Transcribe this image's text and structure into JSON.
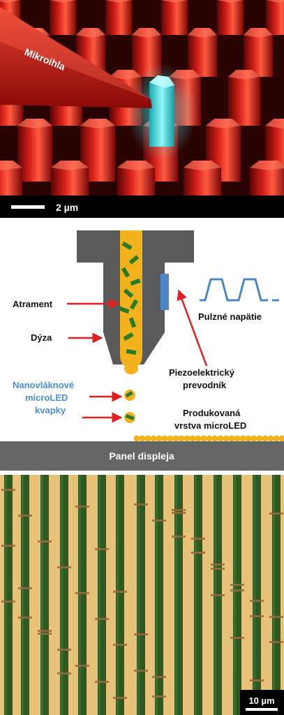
{
  "sem_panel": {
    "needle_label": "Mikroihla",
    "scale_label": "2 µm"
  },
  "schematic": {
    "ink_label": "Atrament",
    "nozzle_label": "Dýza",
    "pulse_label": "Pulzné napätie",
    "piezo_line1": "Piezoelektrický",
    "piezo_line2": "prevodník",
    "droplets_line1": "Nanovláknové",
    "droplets_line2": "microLED",
    "droplets_line3": "kvapky",
    "layer_line1": "Produkovaná",
    "layer_line2": "vrstva microLED",
    "display_label": "Panel displeja"
  },
  "micrograph": {
    "scale_label": "10 µm"
  },
  "colors": {
    "ink": "#f2b21b",
    "nozzle": "#5a5a5a",
    "arrow": "#e02020",
    "piezo": "#4a86c8",
    "droplet_text": "#4a90d9",
    "panel_bar": "#666666",
    "nanowire_red": "#c41a14",
    "nanowire_cyan": "#35e0e0"
  }
}
